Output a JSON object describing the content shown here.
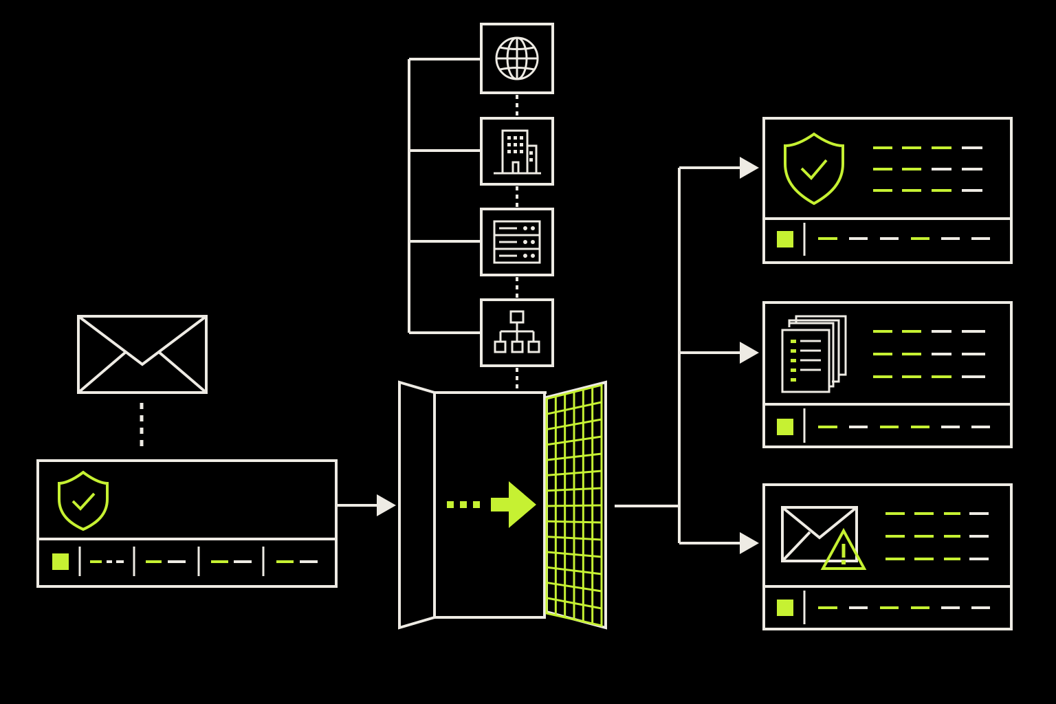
{
  "diagram": {
    "colors": {
      "background": "#000000",
      "line": "#eeebe4",
      "accent": "#c6f132"
    },
    "source": {
      "top_icon": "envelope-icon",
      "card_icon": "shield-check-icon",
      "status_indicator": "green-square"
    },
    "sources_stack": [
      {
        "icon": "globe-icon"
      },
      {
        "icon": "building-icon"
      },
      {
        "icon": "server-icon"
      },
      {
        "icon": "org-chart-icon"
      }
    ],
    "gateway": {
      "icon": "open-door-icon",
      "flow_icon": "arrow-right-icon",
      "filter_icon": "grid-screen-icon"
    },
    "outputs": [
      {
        "icon": "shield-check-icon",
        "status_indicator": "green-square"
      },
      {
        "icon": "documents-icon",
        "status_indicator": "green-square"
      },
      {
        "icon": "envelope-warning-icon",
        "status_indicator": "green-square"
      }
    ]
  }
}
